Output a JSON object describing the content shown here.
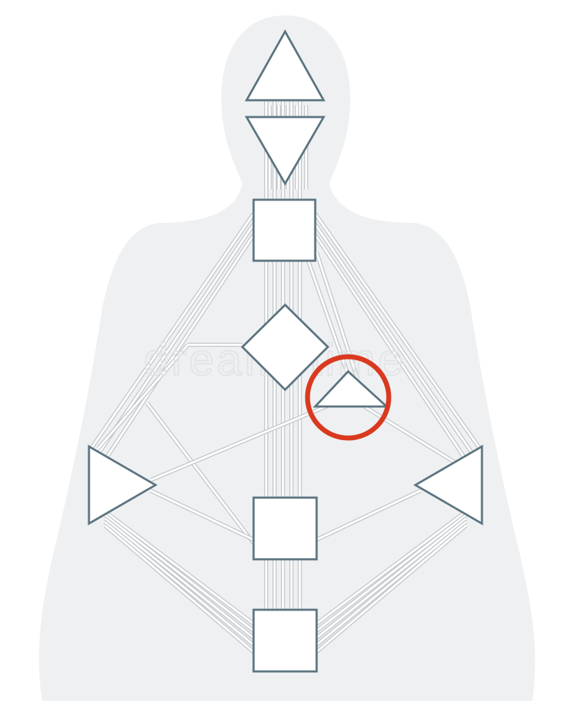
{
  "diagram": {
    "type": "human-design-bodygraph",
    "centers": [
      "head",
      "ajna",
      "throat",
      "g-center",
      "heart-ego",
      "spleen",
      "solar-plexus",
      "sacral",
      "root"
    ],
    "highlighted_center": "heart-ego",
    "highlight_color": "#d93a1f",
    "center_stroke_color": "#5c7480",
    "silhouette_color": "#eef0f2",
    "channel_color": "#c6cacd"
  },
  "watermark": {
    "text": "dreamstime"
  }
}
